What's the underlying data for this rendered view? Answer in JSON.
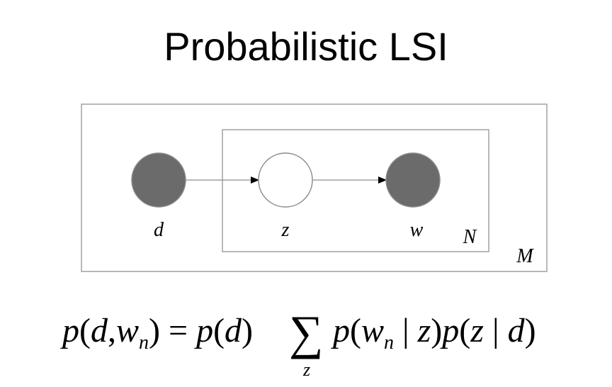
{
  "title": "Probabilistic LSI",
  "diagram": {
    "nodes": [
      {
        "id": "d",
        "label": "d",
        "observed": true
      },
      {
        "id": "z",
        "label": "z",
        "observed": false
      },
      {
        "id": "w",
        "label": "w",
        "observed": true
      }
    ],
    "edges": [
      {
        "from": "d",
        "to": "z"
      },
      {
        "from": "z",
        "to": "w"
      }
    ],
    "plates": [
      {
        "label": "M",
        "contains": [
          "d",
          "z",
          "w"
        ]
      },
      {
        "label": "N",
        "contains": [
          "z",
          "w"
        ]
      }
    ],
    "colors": {
      "observed_fill": "#6b6b6b",
      "latent_fill": "#ffffff",
      "stroke": "#8c8c8c",
      "plate_stroke": "#a0a0a0"
    }
  },
  "formula": {
    "text": "p(d,w_n) = p(d) Σ_z p(w_n | z) p(z | d)",
    "sum_index": "z"
  }
}
